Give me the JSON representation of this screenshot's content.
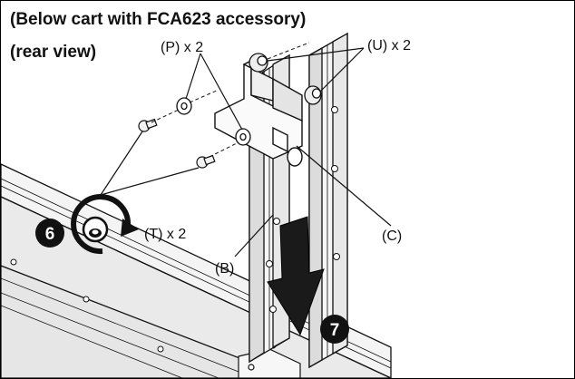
{
  "header": {
    "line1": "(Below cart with FCA623 accessory)",
    "line2": "(rear view)"
  },
  "labels": {
    "p": "(P) x 2",
    "u": "(U) x 2",
    "t": "(T) x 2",
    "c": "(C)",
    "b": "(B)"
  },
  "steps": {
    "six": "6",
    "seven": "7"
  },
  "colors": {
    "line": "#111111",
    "rail_fill": "#f2f2f2",
    "rail_shade": "#d9d9d9",
    "arrow": "#1a1a1a",
    "step_badge": "#111111"
  }
}
